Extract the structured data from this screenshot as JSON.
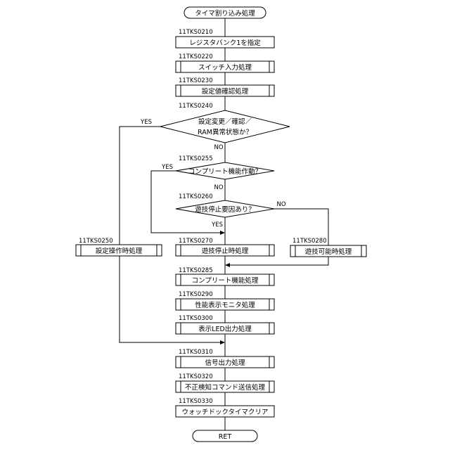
{
  "start": {
    "label": "タイマ割り込み処理"
  },
  "end": {
    "label": "RET"
  },
  "steps": [
    {
      "code": "11TKS0210",
      "label": "レジスタバンク1を指定"
    },
    {
      "code": "11TKS0220",
      "label": "スイッチ入力処理"
    },
    {
      "code": "11TKS0230",
      "label": "設定値確認処理"
    },
    {
      "code": "11TKS0250",
      "label": "設定操作時処理"
    },
    {
      "code": "11TKS0270",
      "label": "遊技停止時処理"
    },
    {
      "code": "11TKS0280",
      "label": "遊技可能時処理"
    },
    {
      "code": "11TKS0285",
      "label": "コンプリート機能処理"
    },
    {
      "code": "11TKS0290",
      "label": "性能表示モニタ処理"
    },
    {
      "code": "11TKS0300",
      "label": "表示LED出力処理"
    },
    {
      "code": "11TKS0310",
      "label": "信号出力処理"
    },
    {
      "code": "11TKS0320",
      "label": "不正検知コマンド送信処理"
    },
    {
      "code": "11TKS0330",
      "label": "ウォッチドックタイマクリア"
    }
  ],
  "decisions": [
    {
      "code": "11TKS0240",
      "lines": [
        "設定変更／確認／",
        "RAM異常状態か？"
      ],
      "yes": "YES",
      "no": "NO"
    },
    {
      "code": "11TKS0255",
      "lines": [
        "コンプリート機能作動？"
      ],
      "yes": "YES",
      "no": "NO"
    },
    {
      "code": "11TKS0260",
      "lines": [
        "遊技停止要因あり？"
      ],
      "yes": "YES",
      "no": "NO"
    }
  ]
}
